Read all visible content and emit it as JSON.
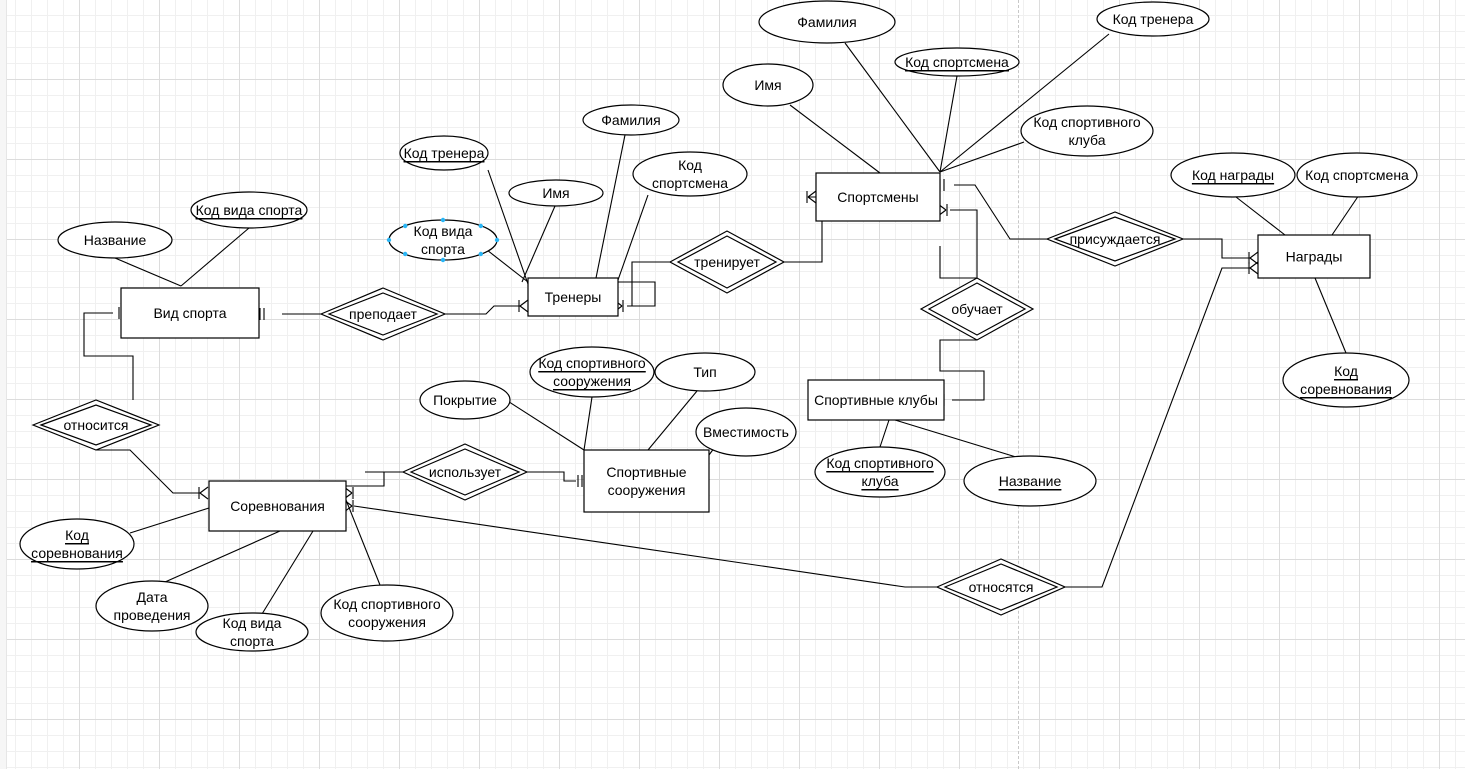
{
  "entities": [
    {
      "id": "e_sport",
      "label": "Вид спорта"
    },
    {
      "id": "e_trainers",
      "label": "Тренеры"
    },
    {
      "id": "e_athletes",
      "label": "Спортсмены"
    },
    {
      "id": "e_awards",
      "label": "Награды"
    },
    {
      "id": "e_clubs",
      "label": "Спортивные клубы"
    },
    {
      "id": "e_comp",
      "label": "Соревнования"
    },
    {
      "id": "e_fac",
      "label": "Спортивные\nсооружения"
    }
  ],
  "relationships": [
    {
      "id": "r_teaches",
      "label": "преподает"
    },
    {
      "id": "r_trains",
      "label": "тренирует"
    },
    {
      "id": "r_awarded",
      "label": "присуждается"
    },
    {
      "id": "r_coaches",
      "label": "обучает"
    },
    {
      "id": "r_belongs",
      "label": "относится"
    },
    {
      "id": "r_uses",
      "label": "использует"
    },
    {
      "id": "r_relate",
      "label": "относятся"
    }
  ],
  "attributes": [
    {
      "id": "a_sport_name",
      "label": "Название",
      "key": false
    },
    {
      "id": "a_sport_code",
      "label": "Код вида спорта",
      "key": true
    },
    {
      "id": "a_tr_code",
      "label": "Код тренера",
      "key": true
    },
    {
      "id": "a_tr_name",
      "label": "Имя",
      "key": false
    },
    {
      "id": "a_tr_surname",
      "label": "Фамилия",
      "key": false
    },
    {
      "id": "a_tr_athlete",
      "label": "Код\nспортсмена",
      "key": false
    },
    {
      "id": "a_tr_sport",
      "label": "Код вида\nспорта",
      "key": false
    },
    {
      "id": "a_at_surname",
      "label": "Фамилия",
      "key": false
    },
    {
      "id": "a_at_name",
      "label": "Имя",
      "key": false
    },
    {
      "id": "a_at_code",
      "label": "Код спортсмена",
      "key": true
    },
    {
      "id": "a_at_trainer",
      "label": "Код тренера",
      "key": false
    },
    {
      "id": "a_at_club",
      "label": "Код спортивного\nклуба",
      "key": false
    },
    {
      "id": "a_aw_code",
      "label": "Код награды ",
      "key": true
    },
    {
      "id": "a_aw_athlete",
      "label": "Код спортсмена",
      "key": false
    },
    {
      "id": "a_aw_comp",
      "label": "Код\nсоревнования",
      "key": true
    },
    {
      "id": "a_fac_code",
      "label": "Код спортивного\nсооружения",
      "key": true
    },
    {
      "id": "a_fac_type",
      "label": "Тип",
      "key": false
    },
    {
      "id": "a_fac_cover",
      "label": "Покрытие",
      "key": false
    },
    {
      "id": "a_fac_cap",
      "label": "Вместимость",
      "key": false
    },
    {
      "id": "a_cl_code",
      "label": "Код спортивного\nклуба",
      "key": true
    },
    {
      "id": "a_cl_name",
      "label": "Название",
      "key": true
    },
    {
      "id": "a_co_code",
      "label": "Код\nсоревнования",
      "key": true
    },
    {
      "id": "a_co_date",
      "label": "Дата\nпроведения",
      "key": false
    },
    {
      "id": "a_co_sport",
      "label": "Код вида\nспорта",
      "key": false
    },
    {
      "id": "a_co_fac",
      "label": "Код спортивного\nсооружения",
      "key": false
    }
  ]
}
